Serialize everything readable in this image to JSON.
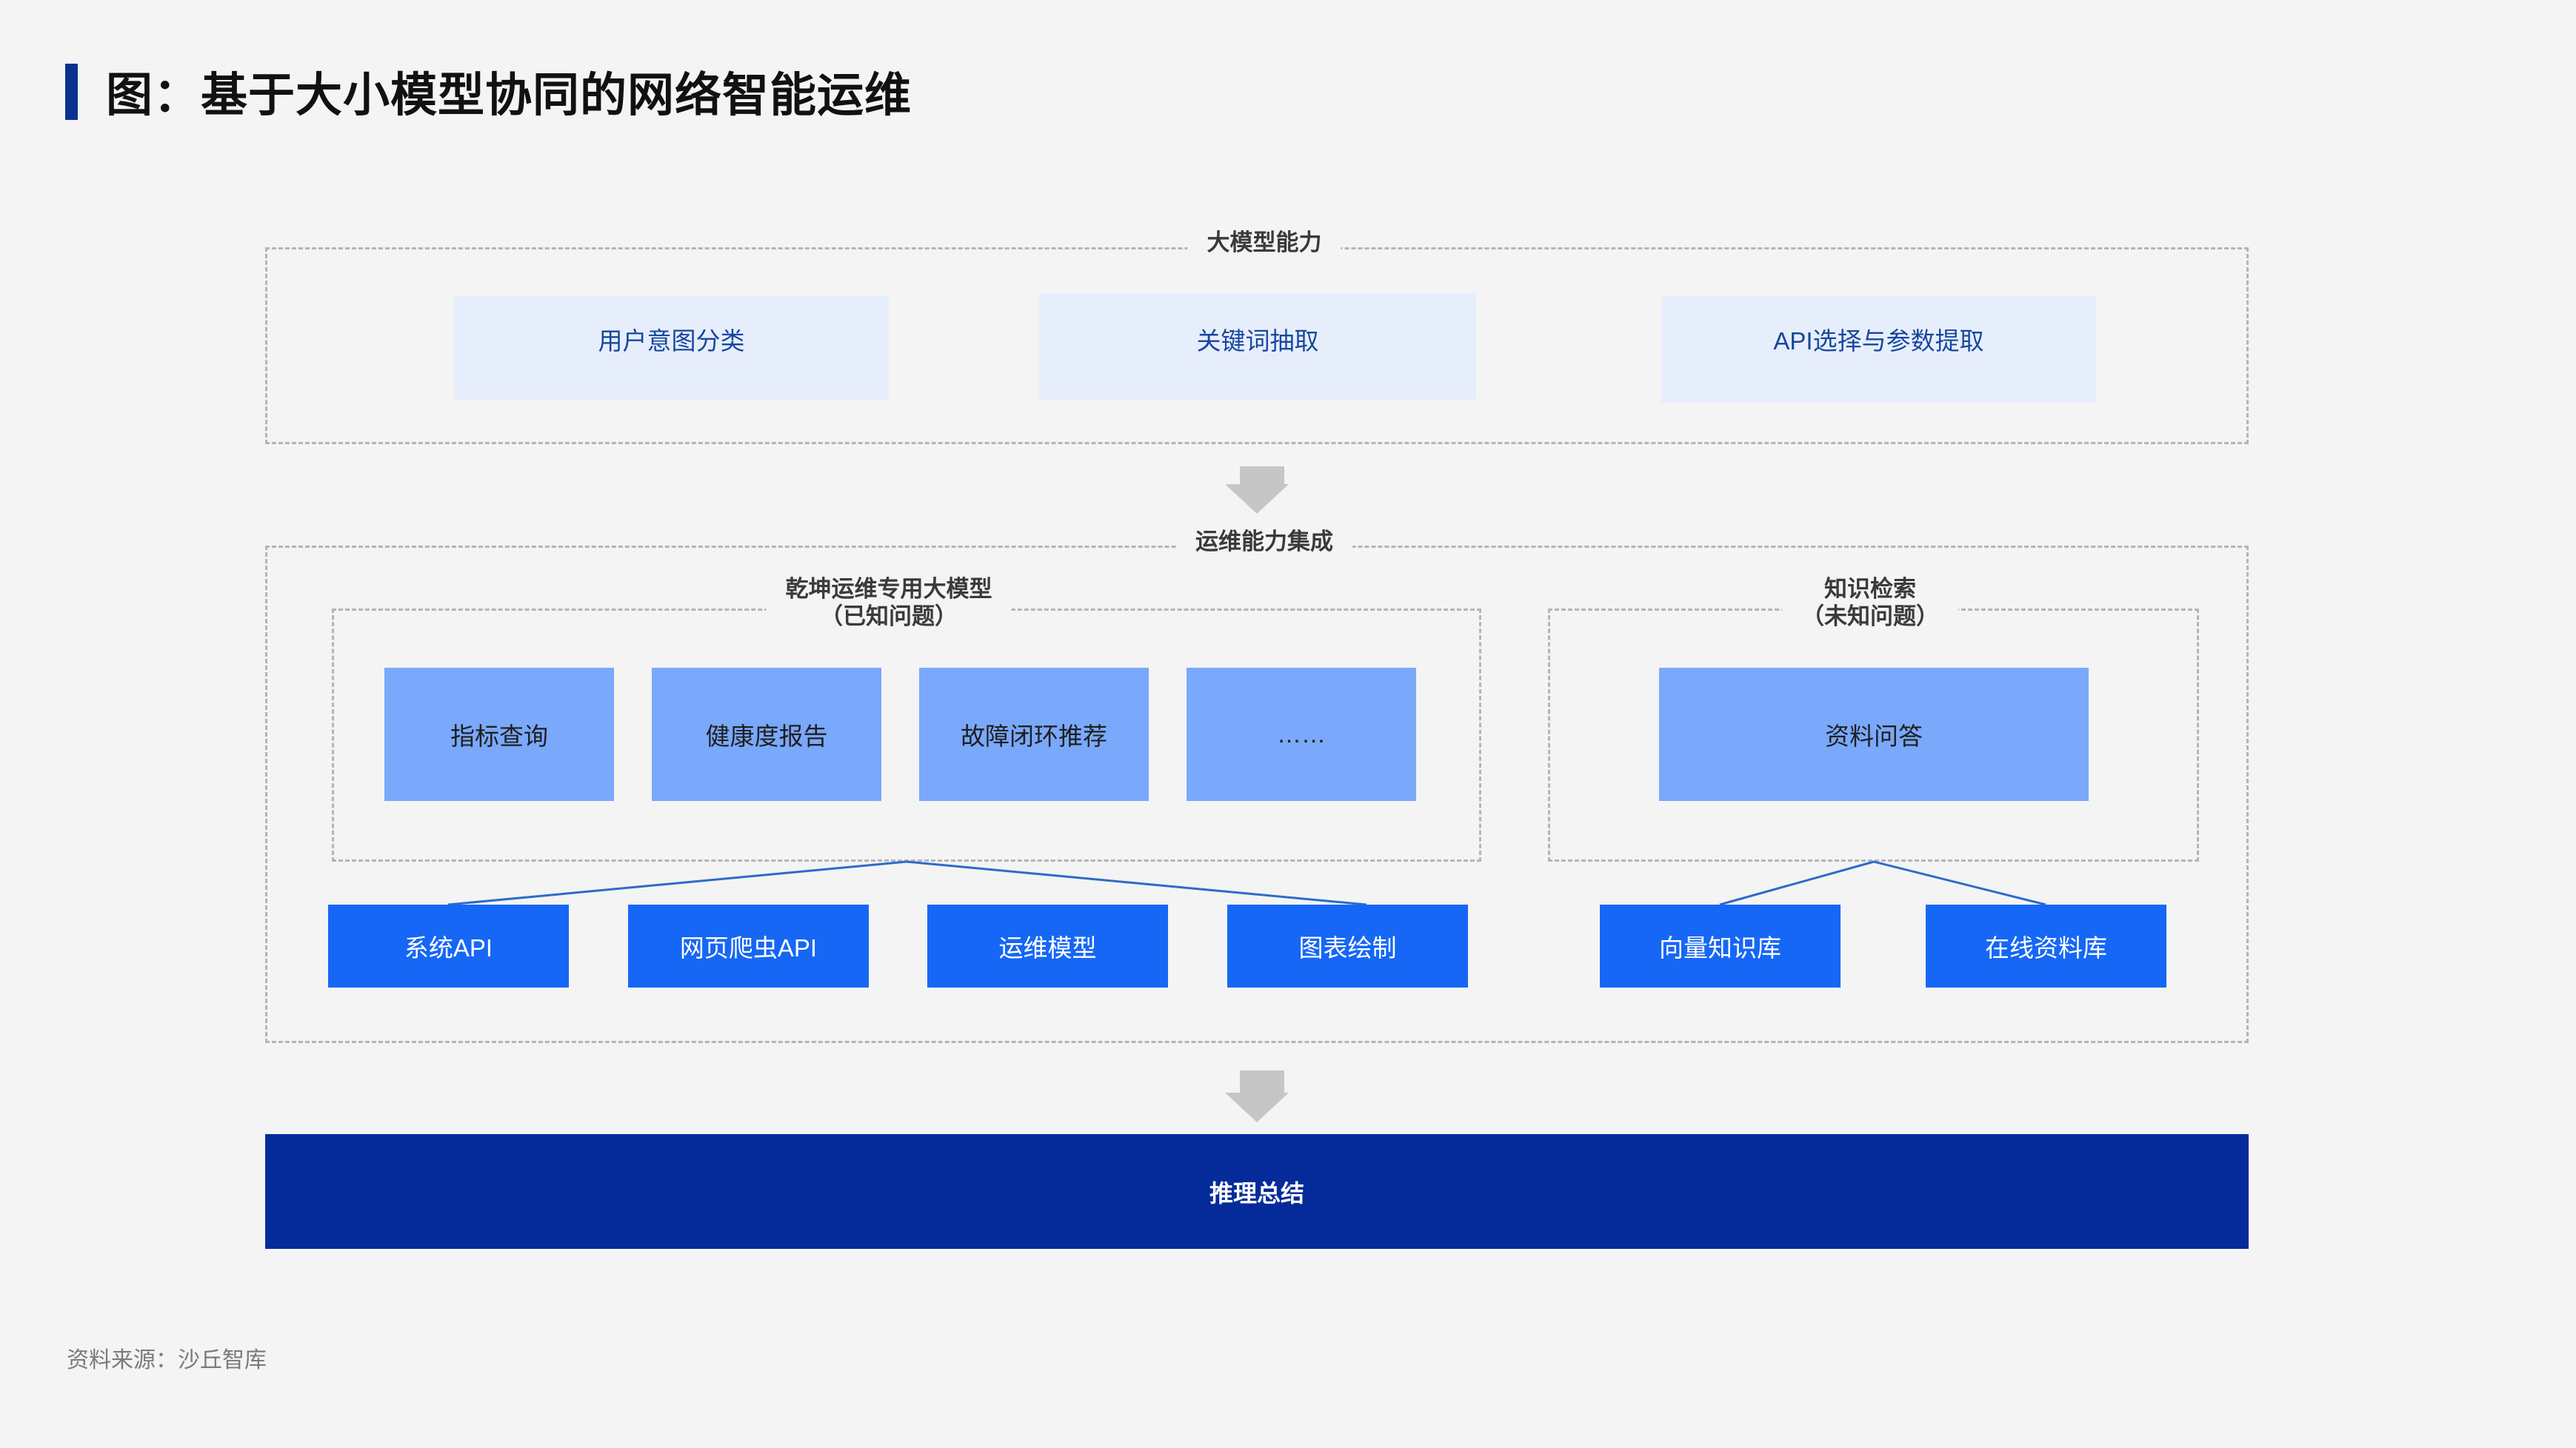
{
  "title": {
    "text": "图：基于大小模型协同的网络智能运维",
    "accent_color": "#0b3190"
  },
  "sections": {
    "llm": {
      "label": "大模型能力",
      "items": [
        {
          "label": "用户意图分类"
        },
        {
          "label": "关键词抽取"
        },
        {
          "label": "API选择与参数提取"
        }
      ]
    },
    "ops": {
      "label": "运维能力集成",
      "model_group": {
        "label_line1": "乾坤运维专用大模型",
        "label_line2": "（已知问题）",
        "items": [
          {
            "label": "指标查询"
          },
          {
            "label": "健康度报告"
          },
          {
            "label": "故障闭环推荐"
          },
          {
            "label": "……"
          }
        ],
        "tools": [
          {
            "label": "系统API"
          },
          {
            "label": "网页爬虫API"
          },
          {
            "label": "运维模型"
          },
          {
            "label": "图表绘制"
          }
        ]
      },
      "knowledge_group": {
        "label_line1": "知识检索",
        "label_line2": "（未知问题）",
        "items": [
          {
            "label": "资料问答"
          }
        ],
        "tools": [
          {
            "label": "向量知识库"
          },
          {
            "label": "在线资料库"
          }
        ]
      }
    }
  },
  "summary": {
    "label": "推理总结"
  },
  "footer": {
    "text": "资料来源：沙丘智库"
  },
  "colors": {
    "background": "#f4f4f4",
    "dark_navy": "#042b99",
    "bright_blue": "#1667f5",
    "medium_blue": "#7aa8fb",
    "light_blue": "#e7eefb",
    "dashed_gray": "#b5b5b5",
    "arrow_gray": "#c6c6c6",
    "title_accent": "#0b3190",
    "label_text": "#3a3a3a",
    "light_box_text": "#17479e",
    "footer_text": "#7a7a7a"
  }
}
